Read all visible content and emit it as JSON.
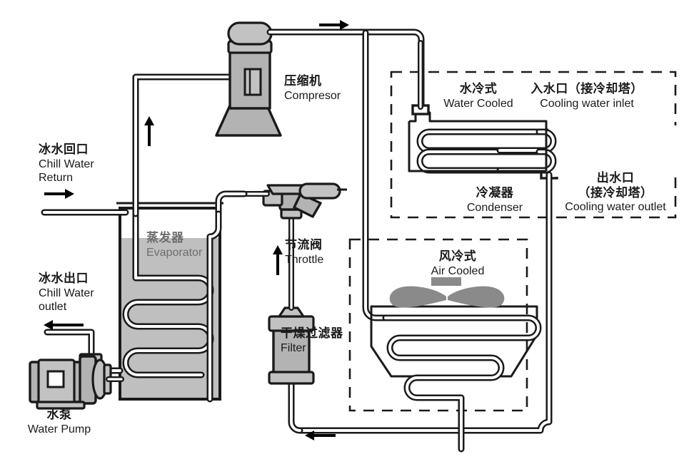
{
  "diagram": {
    "title": "Chiller Refrigeration Cycle Diagram",
    "colors": {
      "line": "#1a1a1a",
      "body_gray": "#b3b3b3",
      "light_gray": "#c9c9c9",
      "fan_gray": "#8a8a8a",
      "tank_fill": "#bfbfbf",
      "white": "#ffffff"
    }
  },
  "labels": {
    "chill_water_return": {
      "cn": "冰水回口",
      "en_line1": "Chill Water",
      "en_line2": "Return"
    },
    "chill_water_outlet": {
      "cn": "冰水出口",
      "en_line1": "Chill Water",
      "en_line2": "outlet"
    },
    "water_pump": {
      "cn": "水泵",
      "en": "Water Pump"
    },
    "evaporator": {
      "cn": "蒸发器",
      "en": "Evaporator"
    },
    "compressor": {
      "cn": "压缩机",
      "en": "Compresor"
    },
    "throttle": {
      "cn": "节流阀",
      "en": "Throttle"
    },
    "filter": {
      "cn": "干燥过滤器",
      "en": "Filter"
    },
    "water_cooled": {
      "cn": "水冷式",
      "en": "Water Cooled"
    },
    "cooling_water_inlet": {
      "cn": "入水口（接冷却塔）",
      "en": "Cooling water inlet"
    },
    "cooling_water_outlet": {
      "cn_line1": "出水口",
      "cn_line2": "（接冷却塔）",
      "en": "Cooling water outlet"
    },
    "condenser": {
      "cn": "冷凝器",
      "en": "Condenser"
    },
    "air_cooled": {
      "cn": "风冷式",
      "en": "Air Cooled"
    }
  },
  "icons": {
    "arrow_discharge": "arrow-right-icon",
    "arrow_suction": "arrow-up-icon",
    "arrow_chill_return": "arrow-right-icon",
    "arrow_chill_outlet": "arrow-left-icon",
    "arrow_throttle": "arrow-up-icon",
    "arrow_liquid_return": "arrow-left-icon",
    "fan": "fan-blade-icon",
    "compressor_body": "compressor-icon",
    "pump_body": "pump-icon",
    "filter_body": "filter-drier-icon",
    "valve_body": "expansion-valve-icon"
  }
}
